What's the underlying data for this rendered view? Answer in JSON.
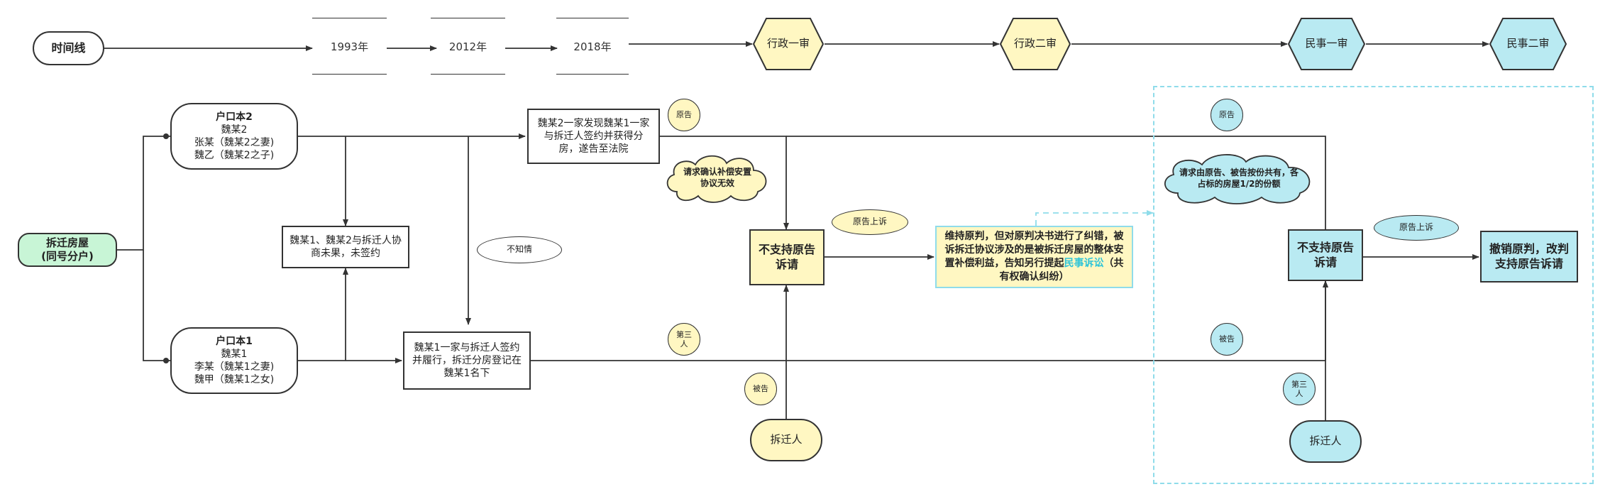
{
  "timeline": {
    "start": "时间线",
    "years": [
      "1993年",
      "2012年",
      "2018年"
    ],
    "stages": [
      "行政一审",
      "行政二审",
      "民事一审",
      "民事二审"
    ]
  },
  "root": {
    "line1": "拆迁房屋",
    "line2": "(同号分户)"
  },
  "households": {
    "h2": {
      "title": "户口本2",
      "lines": [
        "魏某2",
        "张某（魏某2之妻)",
        "魏乙（魏某2之子)"
      ]
    },
    "h1": {
      "title": "户口本1",
      "lines": [
        "魏某1",
        "李某（魏某1之妻)",
        "魏甲（魏某1之女)"
      ]
    }
  },
  "events": {
    "negotiate": "魏某1、魏某2与拆迁人协商未果，未签约",
    "signed": "魏某1一家与拆迁人签约并履行，拆迁分房登记在魏某1名下",
    "discover": "魏某2一家发现魏某1一家与拆迁人签约并获得分房，遂告至法院"
  },
  "labels": {
    "unaware": "不知情",
    "plaintiff_a": "原告",
    "third_a": "第三人",
    "defendant_a": "被告",
    "appeal_a": "原告上诉",
    "plaintiff_c": "原告",
    "defendant_c": "被告",
    "third_c": "第三人",
    "appeal_c": "原告上诉"
  },
  "claims": {
    "admin": "请求确认补偿安置协议无效",
    "civil": "请求由原告、被告按份共有，各占标的房屋1/2的份额"
  },
  "admin_case": {
    "first": "不支持原告诉请",
    "second_pre": "维持原判，但对原判决书进行了纠错，被诉拆迁协议涉及的是被拆迁房屋的整体安置补偿利益，告知另行提起",
    "second_hl": "民事诉讼",
    "second_post": "（共有权确认纠纷）",
    "demolisher": "拆迁人"
  },
  "civil_case": {
    "first": "不支持原告诉请",
    "second": "撤销原判，改判支持原告诉请",
    "demolisher": "拆迁人"
  },
  "colors": {
    "yellow": "#fff7c2",
    "cyan": "#b9eaf2",
    "green": "#c8f5d6",
    "dashed_border": "#8fdcea",
    "highlight_text": "#2ec4d8"
  }
}
